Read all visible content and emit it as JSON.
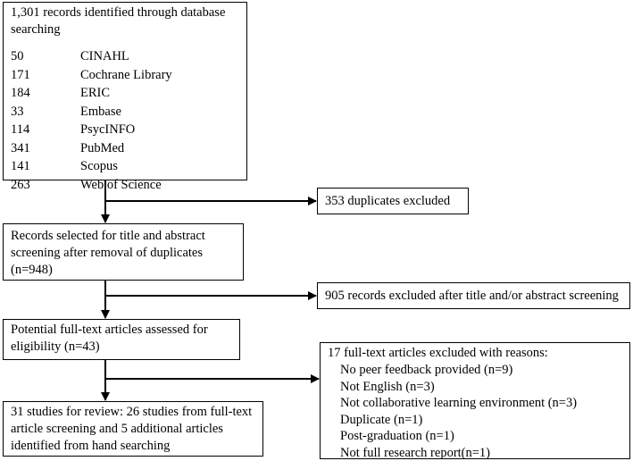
{
  "records": {
    "title": "1,301 records identified through database searching",
    "databases": [
      {
        "count": "50",
        "name": "CINAHL"
      },
      {
        "count": "171",
        "name": "Cochrane Library"
      },
      {
        "count": "184",
        "name": "ERIC"
      },
      {
        "count": "33",
        "name": "Embase"
      },
      {
        "count": "114",
        "name": "PsycINFO"
      },
      {
        "count": "341",
        "name": "PubMed"
      },
      {
        "count": "141",
        "name": "Scopus"
      },
      {
        "count": "263",
        "name": "Web of Science"
      }
    ]
  },
  "duplicates": {
    "text": "353 duplicates excluded"
  },
  "screening": {
    "text": "Records selected for title and abstract screening after removal of duplicates (n=948)"
  },
  "excluded_screening": {
    "text": "905 records excluded after title and/or abstract screening"
  },
  "fulltext": {
    "text": "Potential full-text articles assessed for eligibility (n=43)"
  },
  "excluded_fulltext": {
    "title": "17 full-text articles excluded with reasons:",
    "reasons": [
      "No peer feedback provided (n=9)",
      "Not English (n=3)",
      "Not collaborative learning environment (n=3)",
      "Duplicate (n=1)",
      "Post-graduation (n=1)",
      "Not full research report(n=1)"
    ]
  },
  "final": {
    "text": "31 studies for review: 26 studies from full-text article screening and 5 additional articles identified from hand searching"
  }
}
